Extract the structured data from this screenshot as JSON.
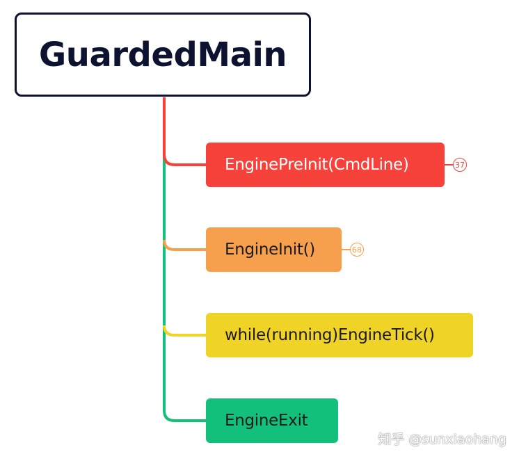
{
  "root": {
    "title": "GuardedMain"
  },
  "branches": [
    {
      "label": "EnginePreInit(CmdLine)",
      "badge": "37",
      "color": "#f6423a"
    },
    {
      "label": "EngineInit()",
      "badge": "68",
      "color": "#f6a04d"
    },
    {
      "label": "while(running)EngineTick()",
      "color": "#f0d327"
    },
    {
      "label": "EngineExit",
      "color": "#12c07b"
    }
  ],
  "watermark": "知乎 @sunxiaohang"
}
